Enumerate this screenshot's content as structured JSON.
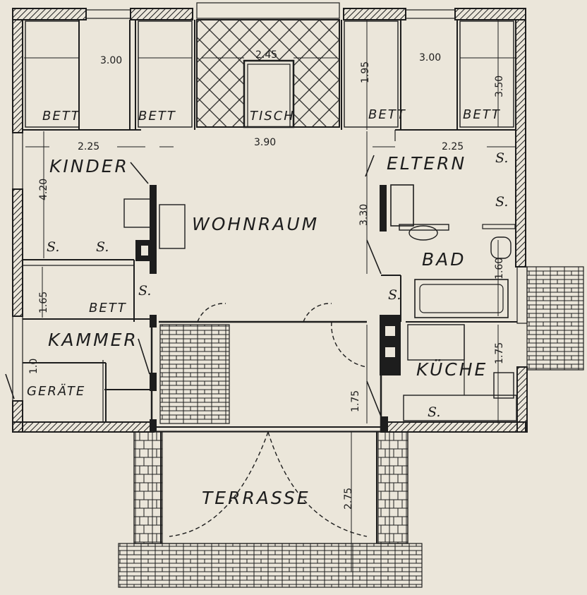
{
  "rooms": {
    "kinder": "KINDER",
    "eltern": "ELTERN",
    "wohnraum": "WOHNRAUM",
    "bad": "BAD",
    "kammer": "KAMMER",
    "geraete": "GERÄTE",
    "kueche": "KÜCHE",
    "terrasse": "TERRASSE",
    "tisch": "TISCH"
  },
  "furniture": {
    "bett": "BETT",
    "schrank": "S."
  },
  "dimensions": {
    "kinder_bed_width": "3.00",
    "eltern_bed_width": "3.00",
    "tisch_width": "2.45",
    "tisch_depth": "1.95",
    "eltern_bed_length": "3.50",
    "kinder_width": "2.25",
    "eltern_width": "2.25",
    "wohnraum_width": "3.90",
    "kinder_depth": "4.20",
    "eltern_depth": "3.30",
    "bad_depth": "1.60",
    "kammer_depth": "1.65",
    "geraete_depth": "1.0",
    "kueche_depth": "1.75",
    "hall_depth": "1.75",
    "terrasse_depth": "2.75"
  },
  "colors": {
    "paper": "#ebe6da",
    "ink": "#1d1d1d"
  }
}
